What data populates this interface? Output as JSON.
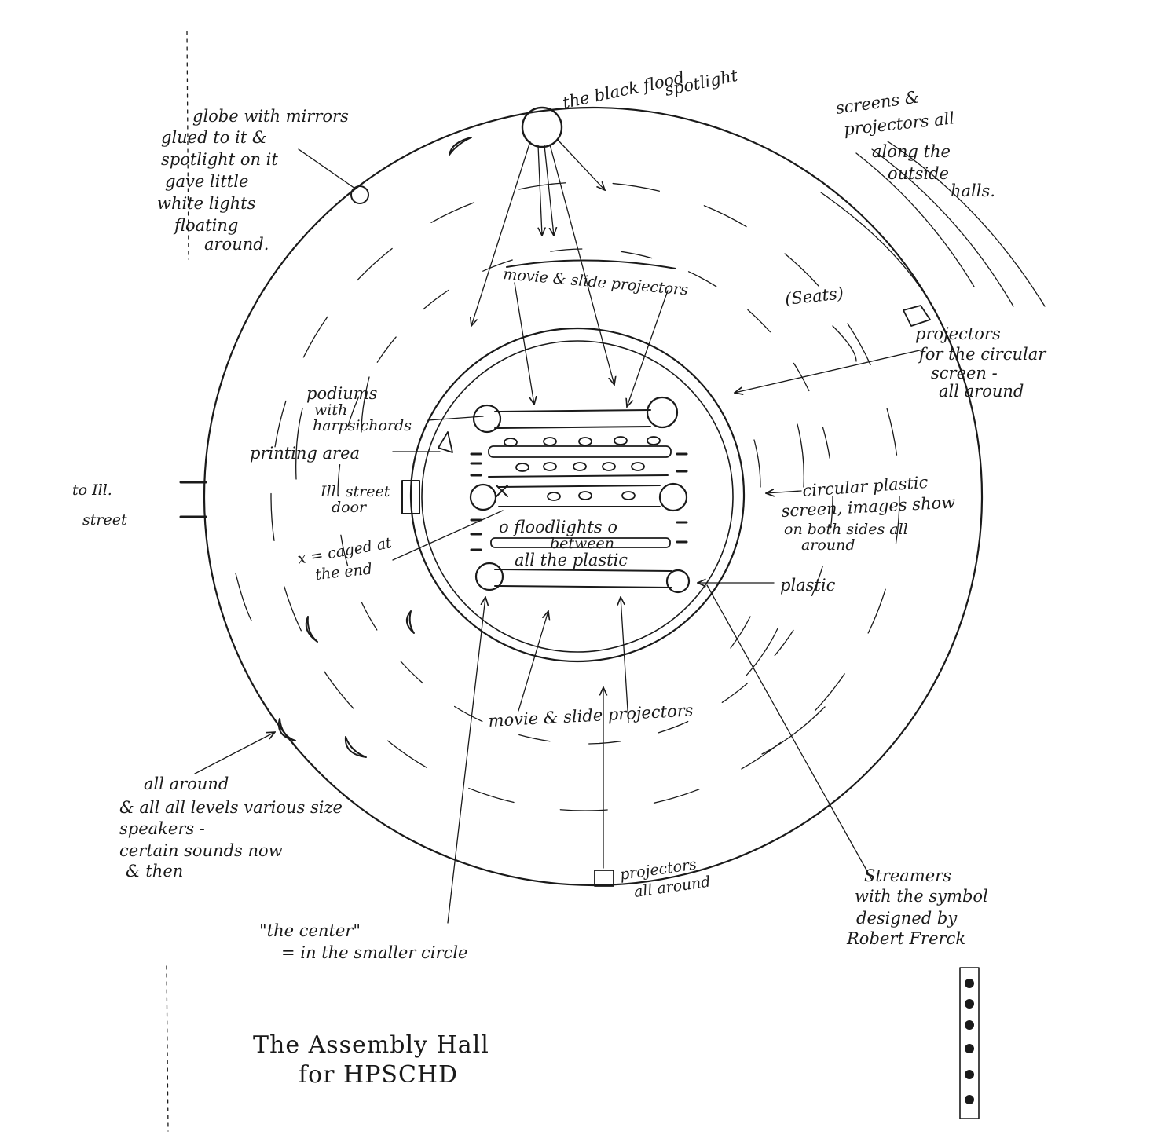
{
  "title": {
    "line1": "The Assembly Hall",
    "line2": "for HPSCHD"
  },
  "labels": {
    "black_flood": [
      "the black flood",
      "spotlight"
    ],
    "globe": [
      "globe with mirrors",
      "glued to it &",
      "spotlight on it",
      "gave little",
      "white lights",
      "floating",
      "around."
    ],
    "screens_projectors": [
      "screens &",
      "projectors all",
      "along the",
      "outside",
      "halls."
    ],
    "movie_slide_top": "movie & slide projectors",
    "seats": "(Seats)",
    "projectors_circular": [
      "projectors",
      "for the circular",
      "screen -",
      "all around"
    ],
    "podiums": [
      "podiums",
      "with",
      "harpsichords"
    ],
    "printing": "printing area",
    "street_door": [
      "Ill. street",
      "door"
    ],
    "to_street": [
      "to Ill.",
      "street"
    ],
    "circular_screen": [
      "circular plastic",
      "screen, images show",
      "on both sides all",
      "around"
    ],
    "floodlights": [
      "o floodlights o",
      "between",
      "all the plastic"
    ],
    "x_caged": [
      "x = caged at",
      "the end"
    ],
    "plastic": "plastic",
    "movie_slide_bottom": "movie & slide projectors",
    "speakers": [
      "all around",
      "& all all levels various size",
      "speakers -",
      "certain sounds now",
      "& then"
    ],
    "projectors_bottom": [
      "projectors",
      "all around"
    ],
    "streamers": [
      "Streamers",
      "with the symbol",
      "designed by",
      "Robert Frerck"
    ],
    "center": [
      "\"the center\"",
      "= in the smaller circle"
    ]
  },
  "colors": {
    "ink": "#1a1a1a",
    "paper": "#ffffff"
  }
}
